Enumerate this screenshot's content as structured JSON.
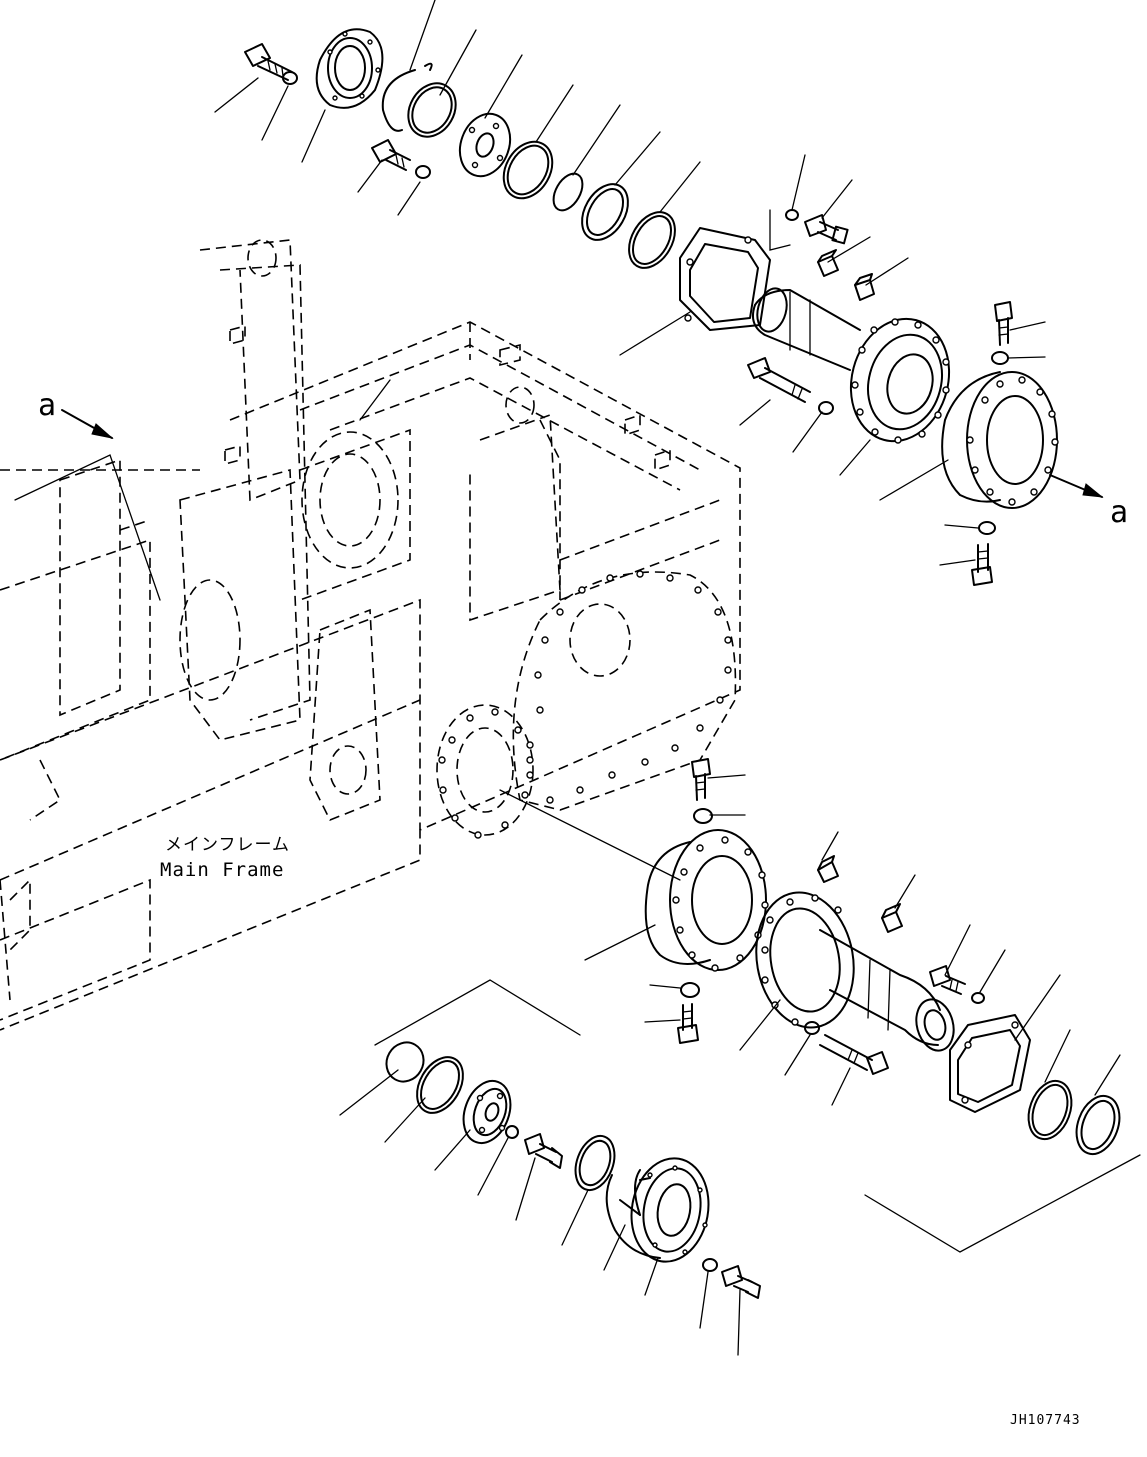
{
  "labels": {
    "view_marker_left": "a",
    "view_marker_right": "a",
    "frame_name_jp": "メインフレーム",
    "frame_name_en": "Main Frame",
    "drawing_code": "JH107743"
  }
}
